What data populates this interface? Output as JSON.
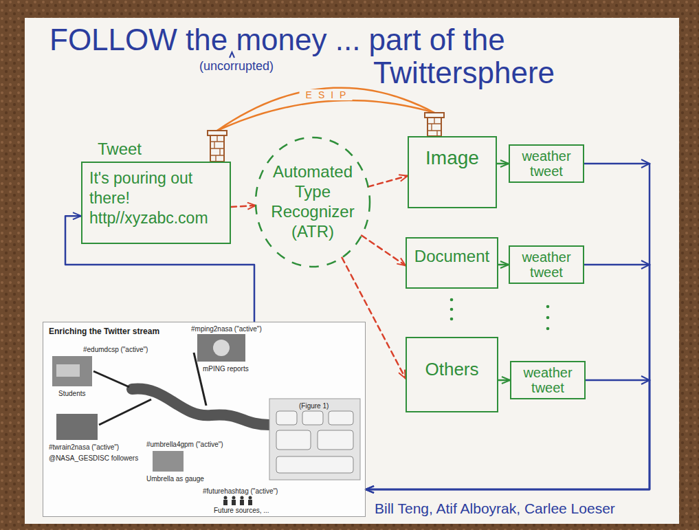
{
  "diagram": {
    "title": "FOLLOW the money ... part of the Twittersphere",
    "nodes": [
      {
        "text": [
          "Tweet",
          "It's pouring out there! http//xyzabc.com"
        ]
      },
      {
        "text": [
          "Automated Type Recognizer (ATR)"
        ]
      },
      {
        "text": [
          "Image"
        ]
      },
      {
        "text": [
          "weather tweet"
        ]
      },
      {
        "text": [
          "Document"
        ]
      },
      {
        "text": [
          "weather tweet"
        ]
      },
      {
        "text": [
          "Others"
        ]
      },
      {
        "text": [
          "weather tweet"
        ]
      },
      {
        "text": [
          "Enriching the Twitter stream",
          "#mping2nasa (\"active\")",
          "mPING reports",
          "#edumdcsp (\"active\")",
          "Students",
          "#twrain2nasa (\"active\")",
          "@NASA_GESDISC followers",
          "#umbrella4gpm (\"active\")",
          "Umbrella as gauge",
          "#futurehashtag (\"active\")",
          "Future sources, ...",
          "(Figure 1)"
        ]
      }
    ],
    "edges": [
      {
        "from": 0,
        "to": 1,
        "arrow": "to"
      },
      {
        "from": 0,
        "to": 2,
        "label": "ESIP",
        "arrow": "none"
      },
      {
        "from": 1,
        "to": 2,
        "arrow": "to"
      },
      {
        "from": 1,
        "to": 4,
        "arrow": "to"
      },
      {
        "from": 1,
        "to": 6,
        "arrow": "to"
      },
      {
        "from": 2,
        "to": 3,
        "arrow": "to"
      },
      {
        "from": 4,
        "to": 5,
        "arrow": "to"
      },
      {
        "from": 6,
        "to": 7,
        "arrow": "to"
      },
      {
        "from": 3,
        "to": 8,
        "arrow": "to"
      },
      {
        "from": 5,
        "to": 8,
        "arrow": "to"
      },
      {
        "from": 7,
        "to": 8,
        "arrow": "to"
      },
      {
        "from": 8,
        "to": 0,
        "arrow": "to"
      }
    ],
    "labels": [
      "(uncorrupted)",
      "Bill Teng, Atif Alboyrak, Carlee Loeser"
    ]
  }
}
